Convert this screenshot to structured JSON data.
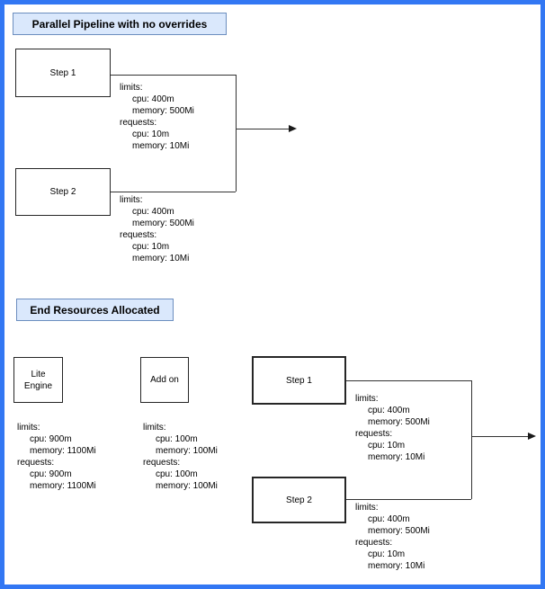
{
  "diagram": {
    "top_section": {
      "title": "Parallel Pipeline with no overrides",
      "step1": {
        "label": "Step 1",
        "res": [
          "limits:",
          "cpu: 400m",
          "memory: 500Mi",
          "requests:",
          "cpu: 10m",
          "memory: 10Mi"
        ]
      },
      "step2": {
        "label": "Step 2",
        "res": [
          "limits:",
          "cpu: 400m",
          "memory: 500Mi",
          "requests:",
          "cpu: 10m",
          "memory: 10Mi"
        ]
      }
    },
    "bottom_section": {
      "title": "End Resources Allocated",
      "lite_engine": {
        "label_line1": "Lite",
        "label_line2": "Engine",
        "res": [
          "limits:",
          "cpu: 900m",
          "memory: 1100Mi",
          "requests:",
          "cpu: 900m",
          "memory: 1100Mi"
        ]
      },
      "add_on": {
        "label": "Add on",
        "res": [
          "limits:",
          "cpu: 100m",
          "memory: 100Mi",
          "requests:",
          "cpu: 100m",
          "memory: 100Mi"
        ]
      },
      "step1": {
        "label": "Step 1",
        "res": [
          "limits:",
          "cpu: 400m",
          "memory: 500Mi",
          "requests:",
          "cpu: 10m",
          "memory: 10Mi"
        ]
      },
      "step2": {
        "label": "Step 2",
        "res": [
          "limits:",
          "cpu: 400m",
          "memory: 500Mi",
          "requests:",
          "cpu: 10m",
          "memory: 10Mi"
        ]
      }
    },
    "colors": {
      "frame_border": "#3277f3",
      "title_fill": "#dae8fc",
      "title_border": "#6c8ebf",
      "node_border": "#262626",
      "connector": "#333333"
    }
  }
}
